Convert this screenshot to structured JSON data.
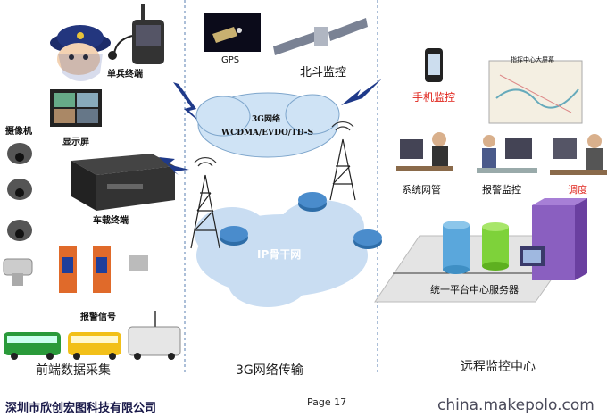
{
  "labels": {
    "single_terminal": "单兵终端",
    "camera": "摄像机",
    "display": "显示屏",
    "vehicle_terminal": "车载终端",
    "alarm_signal": "报警信号",
    "gps": "GPS",
    "beidou": "北斗监控",
    "cloud_3g_line1": "3G网络",
    "cloud_3g_line2": "WCDMA/EVDO/TD-S",
    "ip_backbone": "IP骨干网",
    "mobile_monitor": "手机监控",
    "command_screen": "指挥中心大屏幕",
    "system_admin": "系统网管",
    "alarm_monitor": "报警监控",
    "dispatch": "调度",
    "unified_server": "统一平台中心服务器"
  },
  "sections": {
    "front": "前端数据采集",
    "transmission": "3G网络传输",
    "remote": "远程监控中心"
  },
  "footer": {
    "company": "深圳市欣创宏图科技有限公司",
    "page": "Page 17",
    "watermark": "china.makepolo.com"
  },
  "colors": {
    "cloud": "#c9ddf2",
    "cloud_3g": "#cfe3f5",
    "server_green": "#7ed23a",
    "server_blue": "#5aa7dc",
    "server_purple": "#8a5fc0",
    "lightning": "#1f3a8a",
    "router": "#2e6da8",
    "red_text": "#e0241c"
  }
}
